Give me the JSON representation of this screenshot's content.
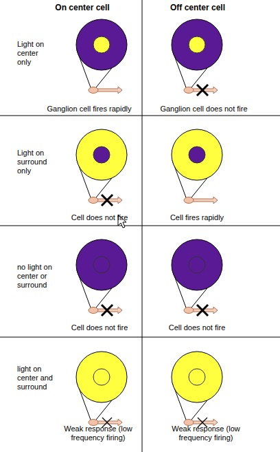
{
  "diagram": {
    "labels": [
      "On center cell",
      "Off center cell",
      "Light on center only",
      "Ganglion cell fires rapidly",
      "Ganglion cell does not fire",
      "Light on surround only",
      "Cell does not fire",
      "Cell fires rapidly",
      "no light on center or surround",
      "Cell does not fire",
      "Cell does not fire",
      "light on center and surround",
      "Weak response (low frequency firing)",
      "Weak response (low frequency firing)"
    ]
  }
}
